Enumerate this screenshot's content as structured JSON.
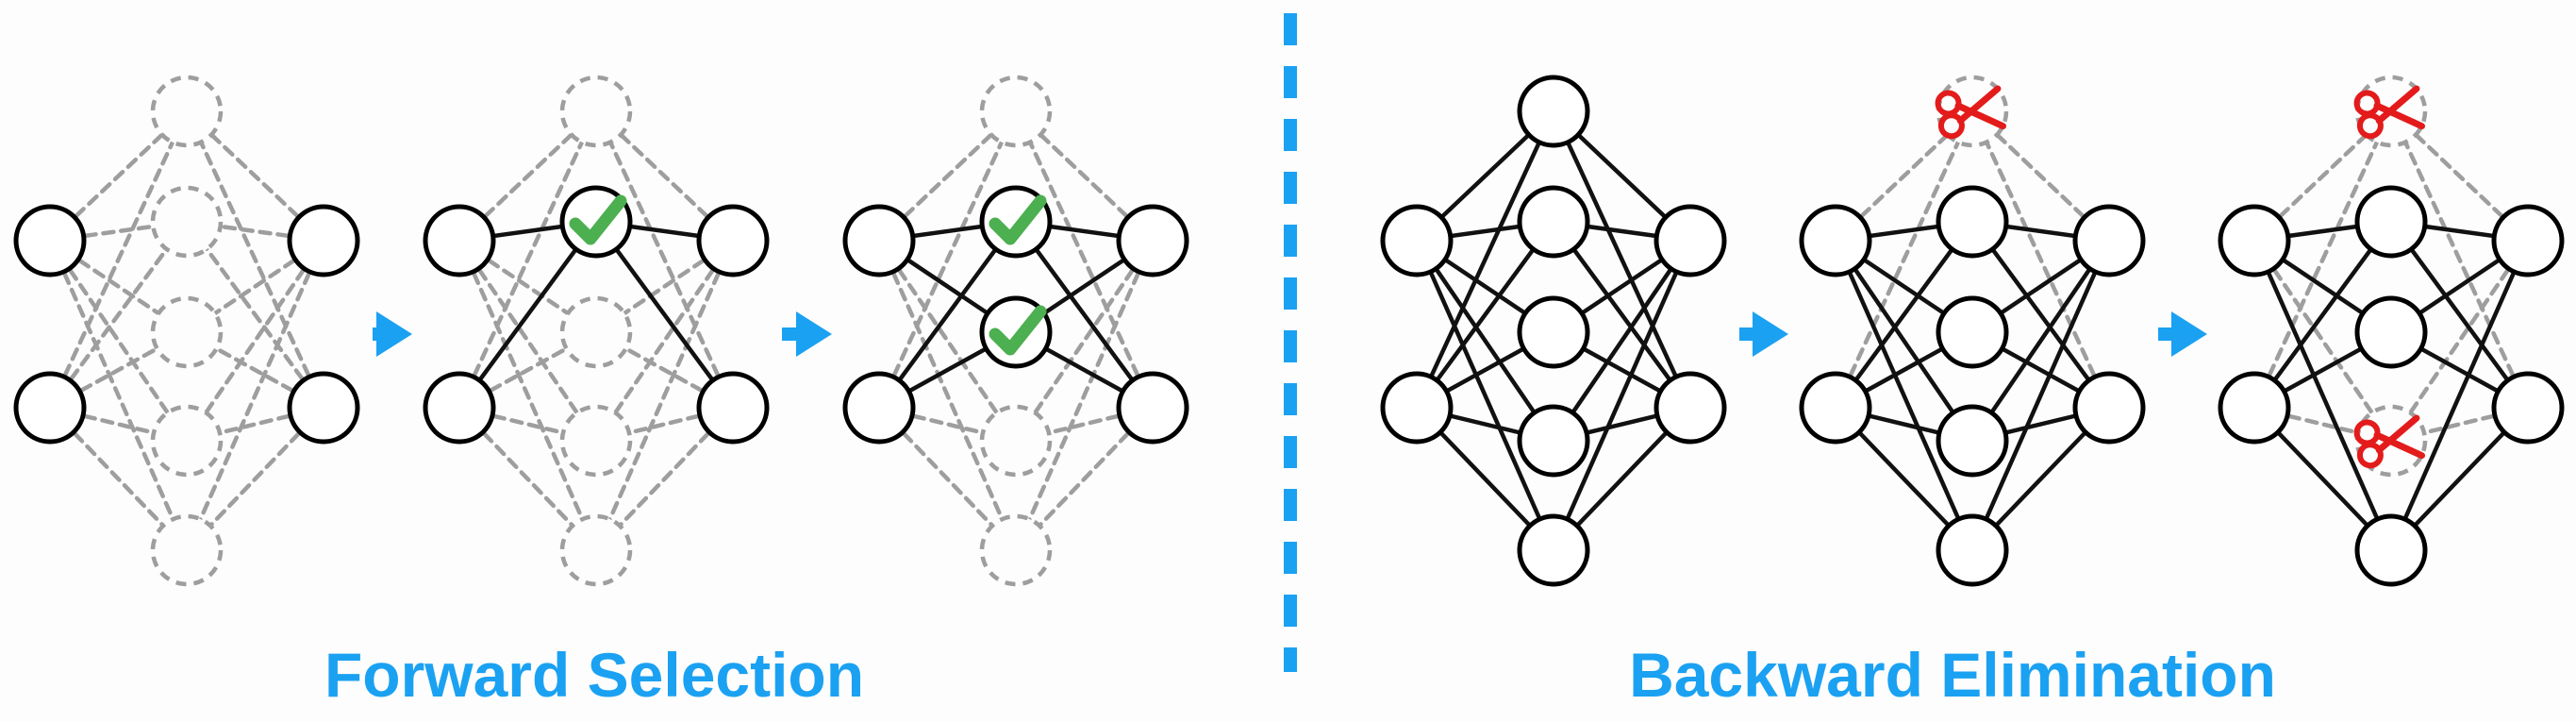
{
  "colors": {
    "accent": "#1ba1f2",
    "active_edge": "#111111",
    "inactive": "#9e9e9e",
    "check": "#4caf50",
    "scissors": "#e31b1b",
    "background": "#fdfdfd"
  },
  "sections": {
    "forward": {
      "label": "Forward Selection"
    },
    "backward": {
      "label": "Backward Elimination"
    }
  },
  "networks": [
    {
      "section": "forward",
      "active_hidden": [],
      "checked_hidden": [],
      "cut_hidden": []
    },
    {
      "section": "forward",
      "active_hidden": [
        1
      ],
      "checked_hidden": [
        1
      ],
      "cut_hidden": []
    },
    {
      "section": "forward",
      "active_hidden": [
        1,
        2
      ],
      "checked_hidden": [
        1,
        2
      ],
      "cut_hidden": []
    },
    {
      "section": "backward",
      "active_hidden": [
        0,
        1,
        2,
        3,
        4
      ],
      "checked_hidden": [],
      "cut_hidden": []
    },
    {
      "section": "backward",
      "active_hidden": [
        1,
        2,
        3,
        4
      ],
      "checked_hidden": [],
      "cut_hidden": [
        0
      ]
    },
    {
      "section": "backward",
      "active_hidden": [
        1,
        2,
        4
      ],
      "checked_hidden": [],
      "cut_hidden": [
        0,
        3
      ]
    }
  ],
  "arrows": [
    {
      "from": 0,
      "to": 1,
      "icon": "arrow-right-icon"
    },
    {
      "from": 1,
      "to": 2,
      "icon": "arrow-right-icon"
    },
    {
      "from": 3,
      "to": 4,
      "icon": "arrow-right-icon"
    },
    {
      "from": 4,
      "to": 5,
      "icon": "arrow-right-icon"
    }
  ],
  "icons": {
    "selected": "check-icon",
    "removed": "scissors-icon",
    "separator": "dashed-divider"
  }
}
